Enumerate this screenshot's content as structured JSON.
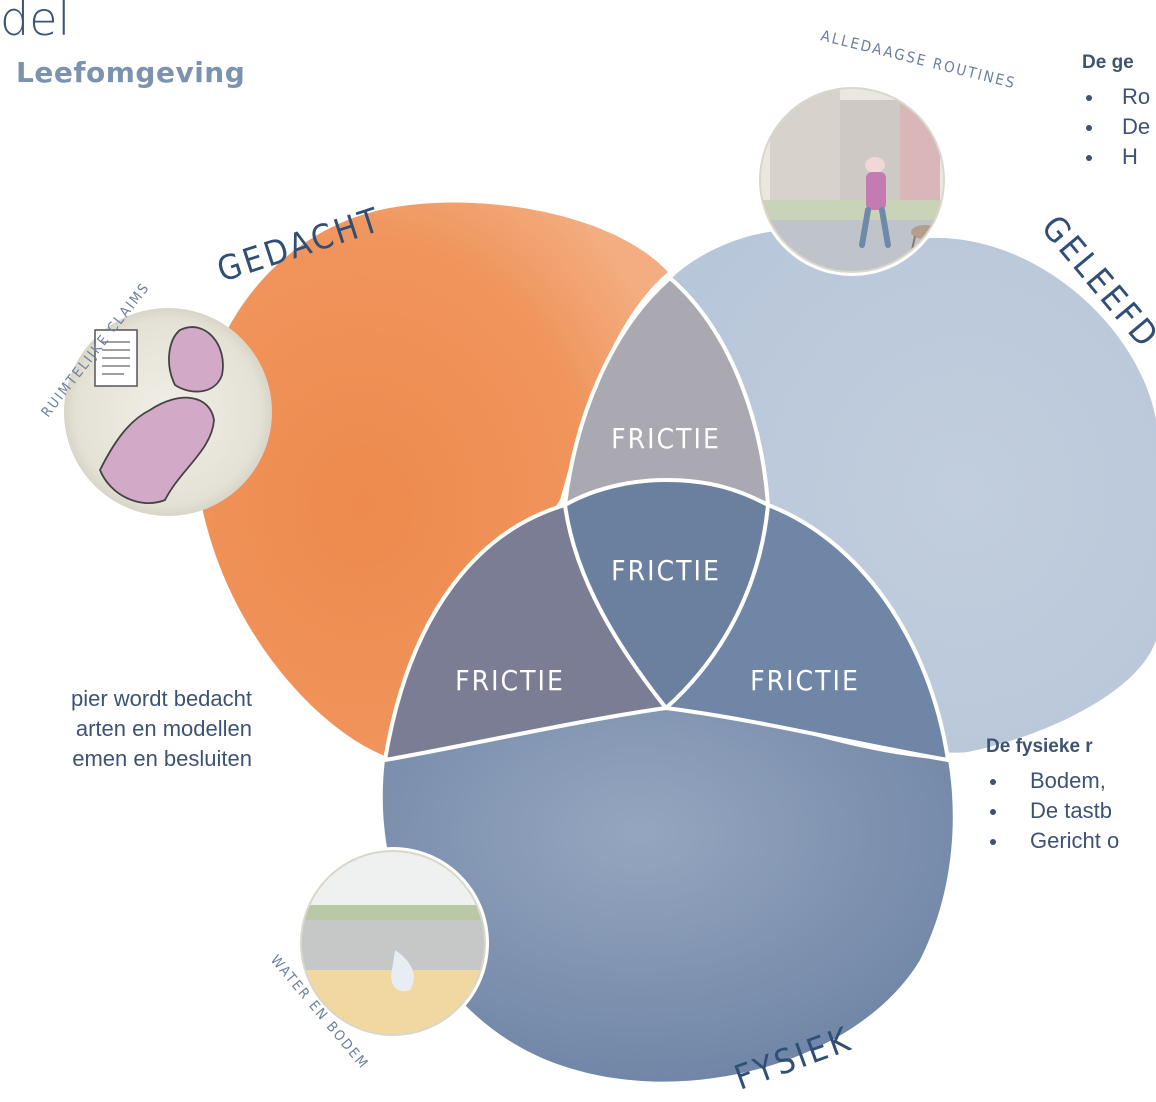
{
  "header": {
    "title": "del",
    "subtitle": "Leefomgeving"
  },
  "diagram": {
    "labels": {
      "gedacht": "GEDACHT",
      "geleefd": "GELEEFD",
      "fysiek": "FYSIEK"
    },
    "friction_label": "FRICTIE",
    "illustrations": {
      "top": "ALLEDAAGSE ROUTINES",
      "left": "RUIMTELIJKE CLAIMS",
      "bottom": "WATER EN BODEM"
    },
    "colors": {
      "gedacht": "#ed8a50",
      "geleefd": "#bccadb",
      "fysiek": "#7f93af",
      "overlap_top": "#a9a9b3",
      "overlap_left": "#7d7e97",
      "overlap_right": "#6f86a6",
      "overlap_center": "#6b7f9e"
    }
  },
  "texts": {
    "top_block": {
      "heading": "De ge",
      "items": [
        "Ro",
        "De",
        "H"
      ]
    },
    "bottom_block": {
      "heading": "De fysieke r",
      "items": [
        "Bodem,",
        "De tastb",
        "Gericht o"
      ]
    },
    "left_block": {
      "lines": [
        "pier wordt bedacht",
        "arten en modellen",
        "emen en besluiten"
      ]
    }
  }
}
